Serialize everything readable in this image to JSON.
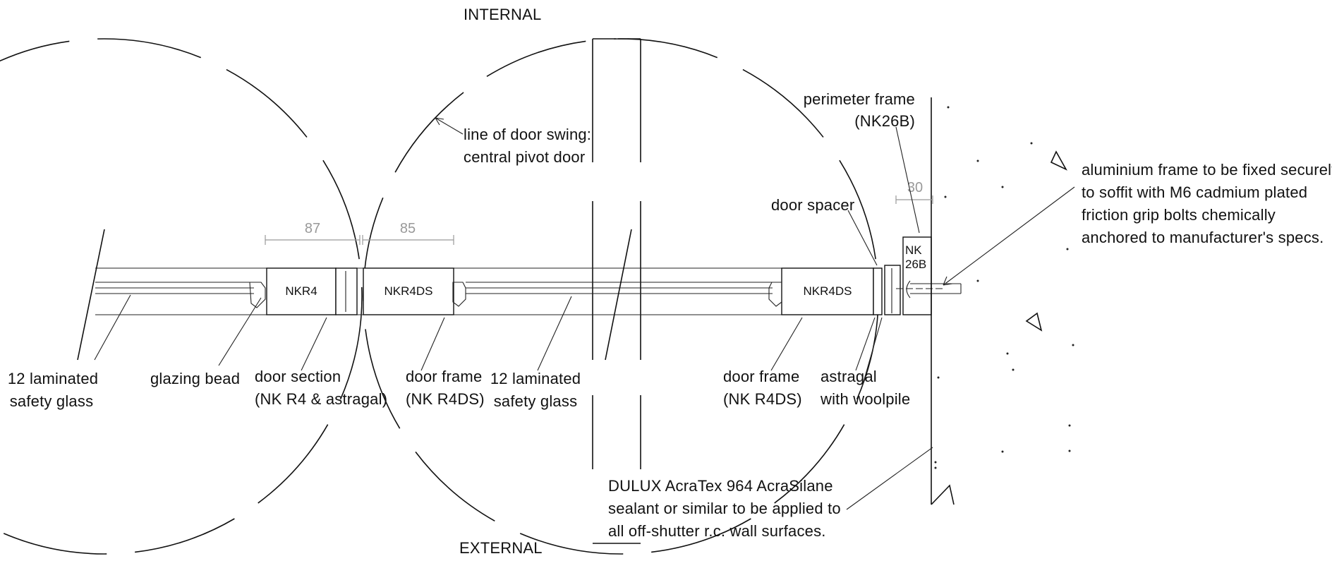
{
  "drawing": {
    "labels": {
      "internal": "INTERNAL",
      "external": "EXTERNAL",
      "swing_1": "line of door swing:",
      "swing_2": "central pivot door",
      "perim_1": "perimeter frame",
      "perim_2": "(NK26B)",
      "spacer": "door spacer",
      "alum_1": "aluminium frame to be fixed securely",
      "alum_2": "to soffit with M6 cadmium plated",
      "alum_3": "friction grip bolts chemically",
      "alum_4": "anchored to manufacturer's specs.",
      "glass_left_1": "12 laminated",
      "glass_left_2": "safety glass",
      "bead": "glazing bead",
      "section_1": "door section",
      "section_2": "(NK R4 & astragal)",
      "frame_left_1": "door frame",
      "frame_left_2": "(NK R4DS)",
      "glass_mid_1": "12 laminated",
      "glass_mid_2": "safety glass",
      "frame_right_1": "door frame",
      "frame_right_2": "(NK R4DS)",
      "astragal_1": "astragal",
      "astragal_2": "with woolpile",
      "dulux_1": "DULUX AcraTex 964 AcraSilane",
      "dulux_2": "sealant or similar to be applied to",
      "dulux_3": "all off-shutter r.c. wall surfaces."
    },
    "profiles": {
      "nkr4": "NKR4",
      "nkr4ds_left": "NKR4DS",
      "nkr4ds_right": "NKR4DS",
      "nk26b_1": "NK",
      "nk26b_2": "26B"
    },
    "dimensions": {
      "d87": "87",
      "d85": "85",
      "d30": "30"
    }
  }
}
